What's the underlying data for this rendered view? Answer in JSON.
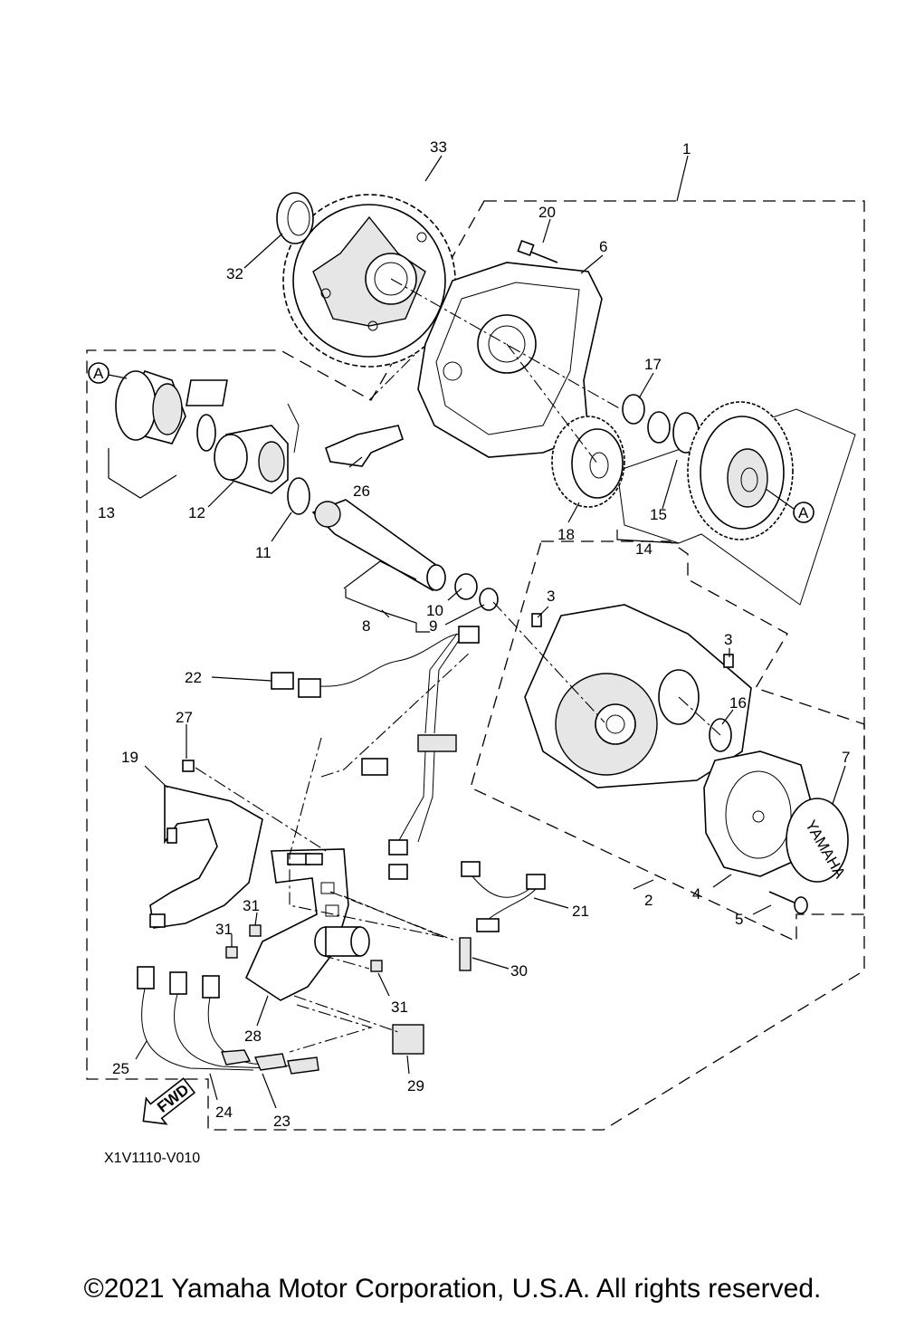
{
  "callouts": [
    {
      "id": "1",
      "text": "1"
    },
    {
      "id": "2",
      "text": "2"
    },
    {
      "id": "3a",
      "text": "3"
    },
    {
      "id": "3b",
      "text": "3"
    },
    {
      "id": "4",
      "text": "4"
    },
    {
      "id": "5",
      "text": "5"
    },
    {
      "id": "6",
      "text": "6"
    },
    {
      "id": "7",
      "text": "7"
    },
    {
      "id": "8",
      "text": "8"
    },
    {
      "id": "9",
      "text": "9"
    },
    {
      "id": "10",
      "text": "10"
    },
    {
      "id": "11",
      "text": "11"
    },
    {
      "id": "12",
      "text": "12"
    },
    {
      "id": "13",
      "text": "13"
    },
    {
      "id": "14",
      "text": "14"
    },
    {
      "id": "15",
      "text": "15"
    },
    {
      "id": "16",
      "text": "16"
    },
    {
      "id": "17",
      "text": "17"
    },
    {
      "id": "18",
      "text": "18"
    },
    {
      "id": "19",
      "text": "19"
    },
    {
      "id": "20",
      "text": "20"
    },
    {
      "id": "21",
      "text": "21"
    },
    {
      "id": "22",
      "text": "22"
    },
    {
      "id": "23",
      "text": "23"
    },
    {
      "id": "24",
      "text": "24"
    },
    {
      "id": "25",
      "text": "25"
    },
    {
      "id": "26",
      "text": "26"
    },
    {
      "id": "27",
      "text": "27"
    },
    {
      "id": "28",
      "text": "28"
    },
    {
      "id": "29",
      "text": "29"
    },
    {
      "id": "30",
      "text": "30"
    },
    {
      "id": "31a",
      "text": "31"
    },
    {
      "id": "31b",
      "text": "31"
    },
    {
      "id": "31c",
      "text": "31"
    },
    {
      "id": "32",
      "text": "32"
    },
    {
      "id": "33",
      "text": "33"
    }
  ],
  "markers": {
    "ref_a_left": "A",
    "ref_a_right": "A"
  },
  "fwd_label": "FWD",
  "cover_logo": "YAMAHA",
  "diagram_code": "X1V1110-V010",
  "copyright": "©2021 Yamaha Motor Corporation, U.S.A. All rights reserved."
}
